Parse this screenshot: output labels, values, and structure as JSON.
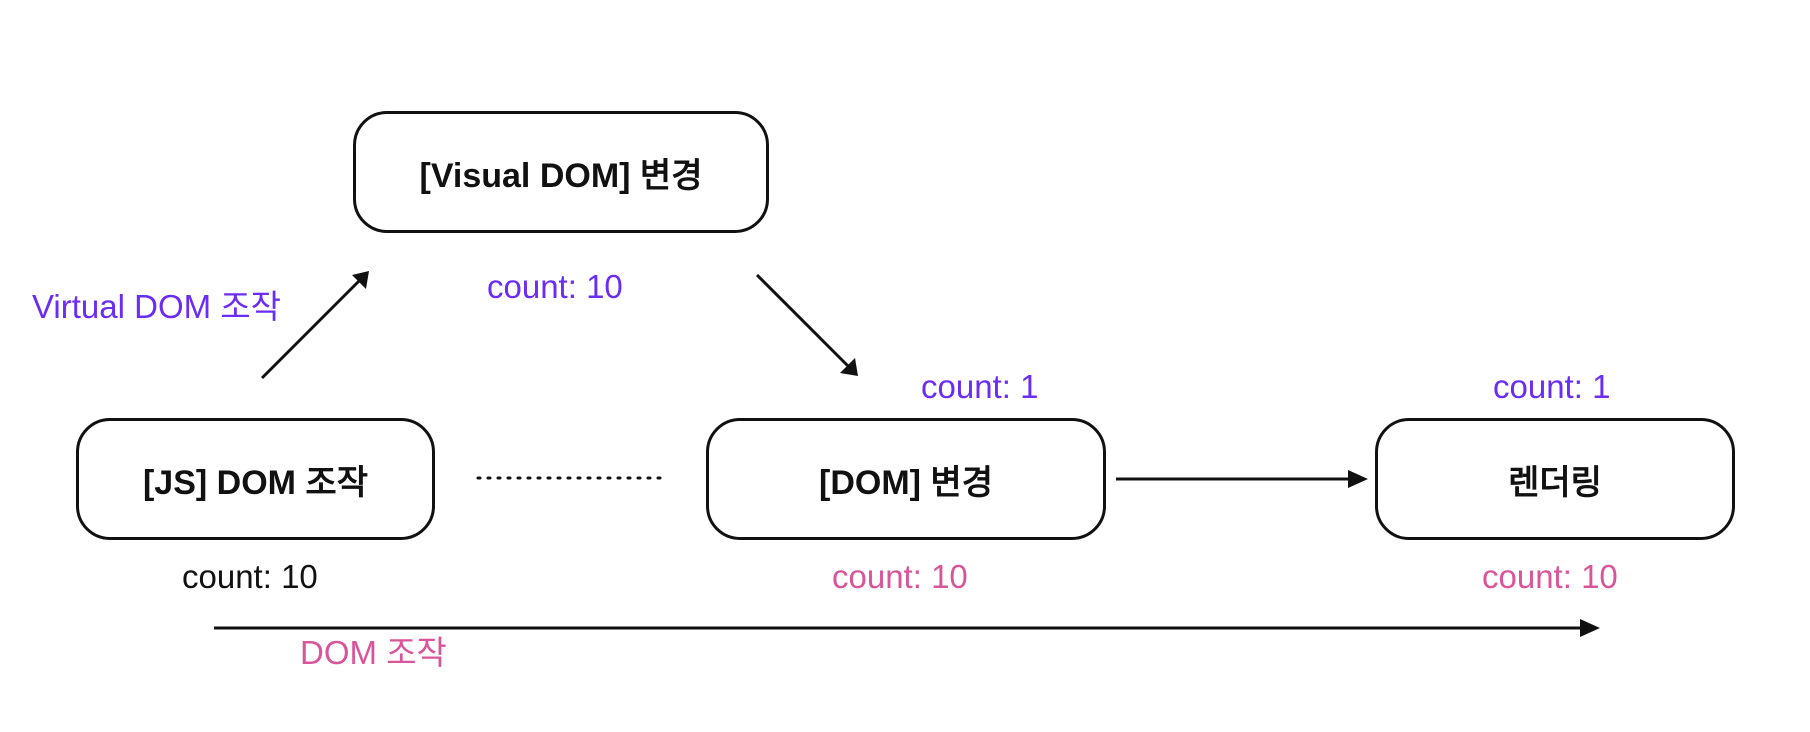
{
  "nodes": {
    "visual_dom": "[Visual DOM] 변경",
    "js_dom": "[JS] DOM 조작",
    "dom_change": "[DOM] 변경",
    "rendering": "렌더링"
  },
  "labels": {
    "virtual_dom_op": "Virtual DOM 조작",
    "visual_count": "count: 10",
    "dom_change_count_top": "count: 1",
    "rendering_count_top": "count: 1",
    "js_count": "count: 10",
    "dom_change_count_bottom": "count: 10",
    "rendering_count_bottom": "count: 10",
    "dom_op": "DOM 조작"
  },
  "colors": {
    "purple": "#6b2cf5",
    "pink": "#d9559a",
    "black": "#111111"
  }
}
